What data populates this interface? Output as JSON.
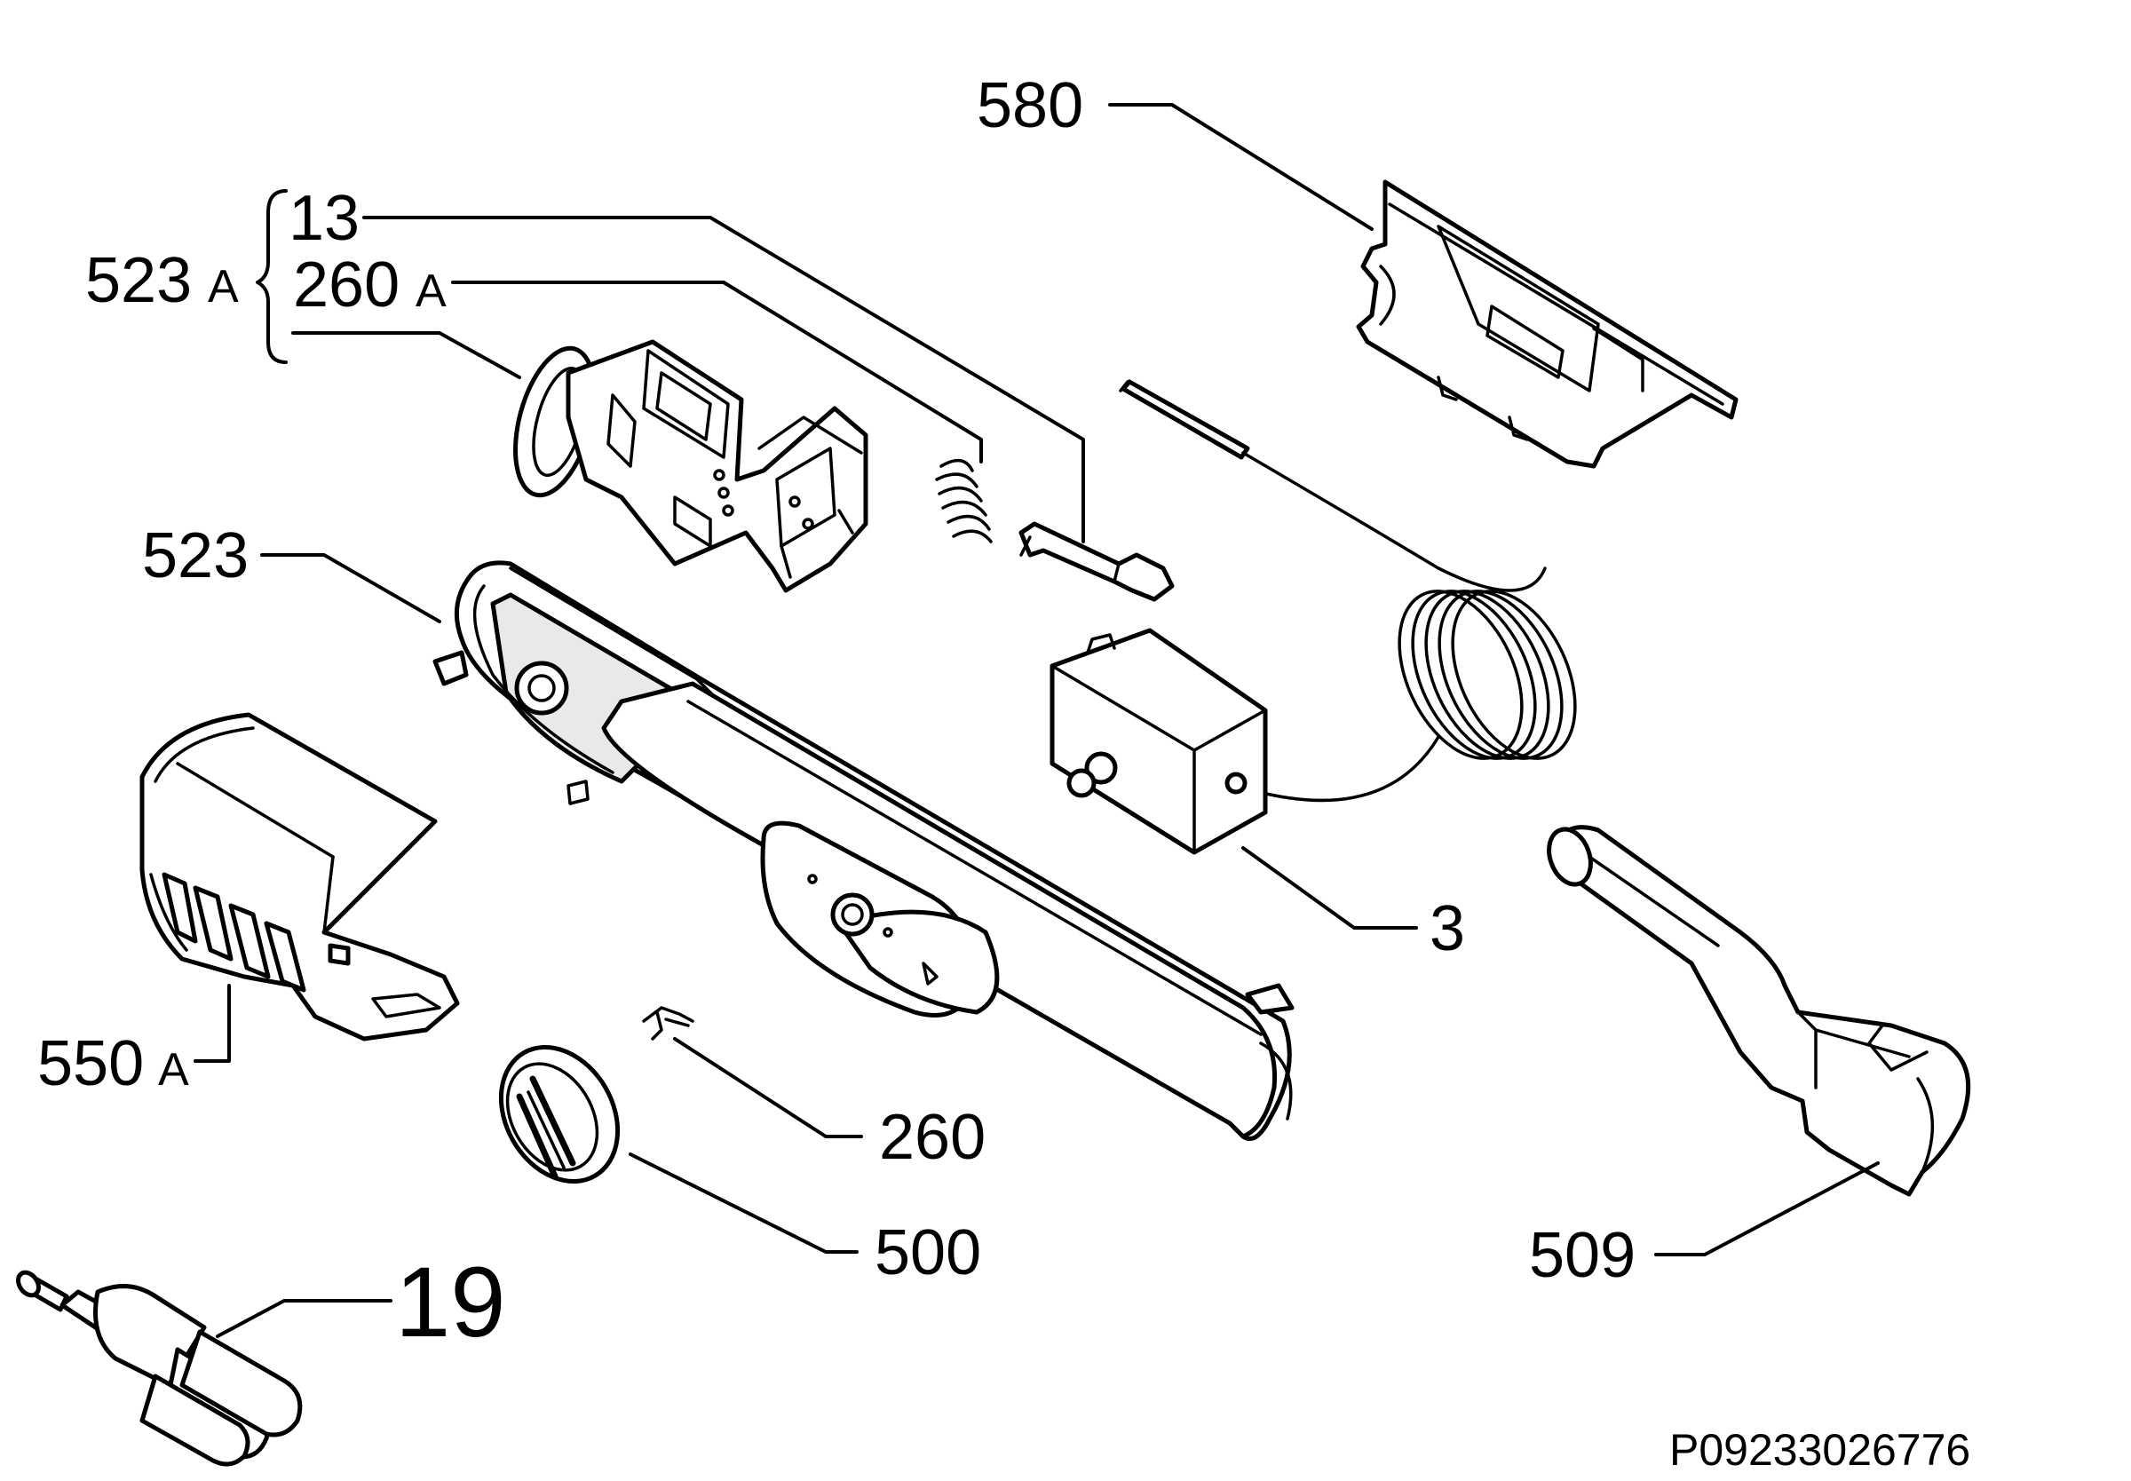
{
  "labels": {
    "l580": "580",
    "l13": "13",
    "l523A": "523",
    "l523A_suffix": "A",
    "l260A": "260",
    "l260A_suffix": "A",
    "l523": "523",
    "l3": "3",
    "l550A": "550",
    "l550A_suffix": "A",
    "l260": "260",
    "l500": "500",
    "l509": "509",
    "l19": "19"
  },
  "drawing_code": "P09233026776"
}
